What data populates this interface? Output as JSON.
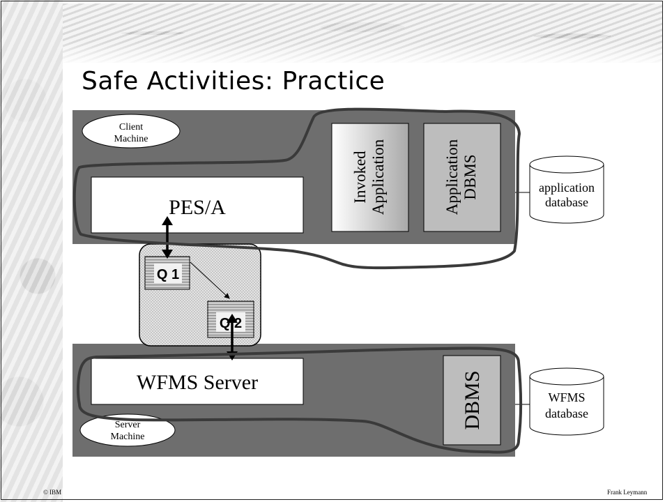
{
  "slide": {
    "title": "Safe Activities: Practice",
    "footer_left": "© IBM",
    "footer_right": "Frank Leymann"
  },
  "diagram": {
    "client_machine": {
      "label_line1": "Client",
      "label_line2": "Machine",
      "pes_label": "PES/A",
      "invoked_app_line1": "Invoked",
      "invoked_app_line2": "Application",
      "app_dbms_line1": "Application",
      "app_dbms_line2": "DBMS"
    },
    "application_database": {
      "line1": "application",
      "line2": "database"
    },
    "queues": {
      "q1": "Q 1",
      "q2": "Q 2"
    },
    "server_machine": {
      "label_line1": "Server",
      "label_line2": "Machine",
      "wfms_server_label": "WFMS Server",
      "dbms_label": "DBMS"
    },
    "wfms_database": {
      "line1": "WFMS",
      "line2": "database"
    }
  }
}
